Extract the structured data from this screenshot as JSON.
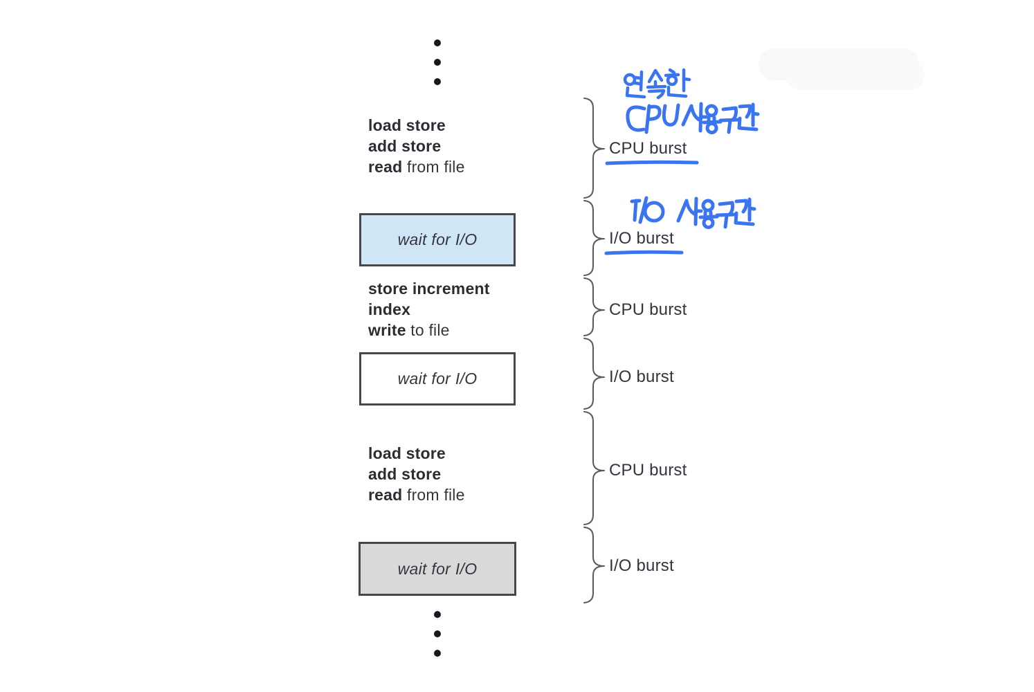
{
  "diagram": {
    "description_colors": {
      "ink_blue": "#3b74f0",
      "brace_gray": "#58585a",
      "text_dark": "#2b2c34",
      "wait_box_blue": "#cfe6f7",
      "wait_box_white": "#ffffff",
      "wait_box_gray": "#d9d9d9"
    },
    "ellipsis_top_dots": 3,
    "ellipsis_bottom_dots": 3,
    "code_blocks": [
      {
        "lines": [
          [
            {
              "t": "load store",
              "b": true
            }
          ],
          [
            {
              "t": "add store",
              "b": true
            }
          ],
          [
            {
              "t": "read",
              "b": true
            },
            {
              "t": " from file",
              "b": false
            }
          ]
        ]
      },
      {
        "lines": [
          [
            {
              "t": "store increment",
              "b": true
            }
          ],
          [
            {
              "t": "index",
              "b": true
            }
          ],
          [
            {
              "t": "write",
              "b": true
            },
            {
              "t": " to file",
              "b": false
            }
          ]
        ]
      },
      {
        "lines": [
          [
            {
              "t": "load store",
              "b": true
            }
          ],
          [
            {
              "t": "add store",
              "b": true
            }
          ],
          [
            {
              "t": "read",
              "b": true
            },
            {
              "t": " from file",
              "b": false
            }
          ]
        ]
      }
    ],
    "wait_boxes": [
      {
        "text": "wait for I/O",
        "fill": "#cfe6f7"
      },
      {
        "text": "wait for I/O",
        "fill": "#ffffff"
      },
      {
        "text": "wait for I/O",
        "fill": "#d9d9d9"
      }
    ],
    "burst_sections": [
      {
        "label": "CPU burst",
        "underlined": true
      },
      {
        "label": "I/O burst",
        "underlined": true
      },
      {
        "label": "CPU burst",
        "underlined": false
      },
      {
        "label": "I/O burst",
        "underlined": false
      },
      {
        "label": "CPU burst",
        "underlined": false
      },
      {
        "label": "I/O burst",
        "underlined": false
      }
    ],
    "handwritten_annotations": [
      {
        "text": "연속한",
        "line": 1,
        "points_to": "CPU burst"
      },
      {
        "text": "CPU사용구간",
        "line": 2,
        "points_to": "CPU burst"
      },
      {
        "text": "I/O 사용구간",
        "line": 1,
        "points_to": "I/O burst"
      }
    ]
  }
}
